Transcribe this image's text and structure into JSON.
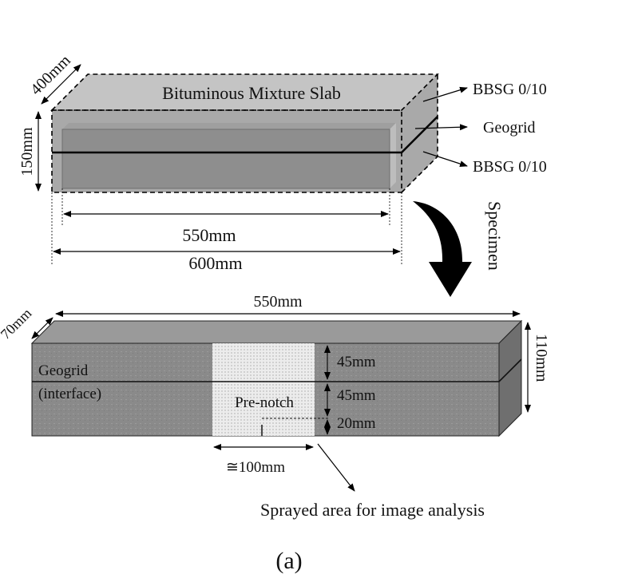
{
  "slab": {
    "title": "Bituminous Mixture Slab",
    "depth_label": "400mm",
    "height_label": "150mm",
    "inner_length_label": "550mm",
    "outer_length_label": "600mm",
    "layer_labels": [
      "BBSG 0/10",
      "Geogrid",
      "BBSG 0/10"
    ]
  },
  "arrow_label": "Specimen",
  "specimen": {
    "length_label": "550mm",
    "depth_label": "70mm",
    "height_label": "110mm",
    "geogrid_label": "Geogrid",
    "interface_label": "(interface)",
    "prenotch_label": "Pre-notch",
    "dim_top": "45mm",
    "dim_mid": "45mm",
    "dim_bottom": "20mm",
    "width_label": "≅100mm",
    "sprayed_label": "Sprayed area for image analysis"
  },
  "caption": "(a)",
  "colors": {
    "slab_top": "#c4c4c4",
    "slab_side": "#a9a9a9",
    "slab_inner": "#8e8e8e",
    "specimen_face": "#8a8a8a",
    "specimen_top": "#9a9a9a",
    "specimen_side": "#6f6f6f",
    "sprayed": "#e8e8e8",
    "arrow": "#000000"
  }
}
